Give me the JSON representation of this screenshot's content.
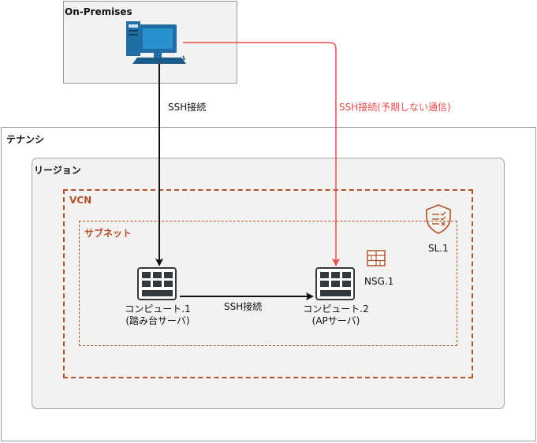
{
  "containers": {
    "on_premises": "On-Premises",
    "tenancy": "テナンシ",
    "region": "リージョン",
    "vcn": "VCN",
    "subnet": "サブネット"
  },
  "nodes": {
    "compute1": {
      "line1": "コンピュート.1",
      "line2": "(踏み台サーバ)"
    },
    "compute2": {
      "line1": "コンピュート.2",
      "line2": "(APサーバ)"
    },
    "nsg": "NSG.1",
    "sl": "SL.1"
  },
  "connections": {
    "ssh_onprem_to_compute1": "SSH接続",
    "ssh_unexpected": "SSH接続(予期しない通信)",
    "ssh_compute1_to_compute2": "SSH接続"
  },
  "icons": {
    "on_premises": "desktop-computer-icon",
    "compute": "compute-instance-icon",
    "nsg": "network-security-group-icon",
    "security_list": "security-list-shield-icon"
  },
  "colors": {
    "oci_orange": "#b0522a",
    "alert_red": "#e84c4c",
    "arrow": "#111111",
    "icon_dark": "#333a3f",
    "desktop_blue": "#1f6fa6"
  }
}
